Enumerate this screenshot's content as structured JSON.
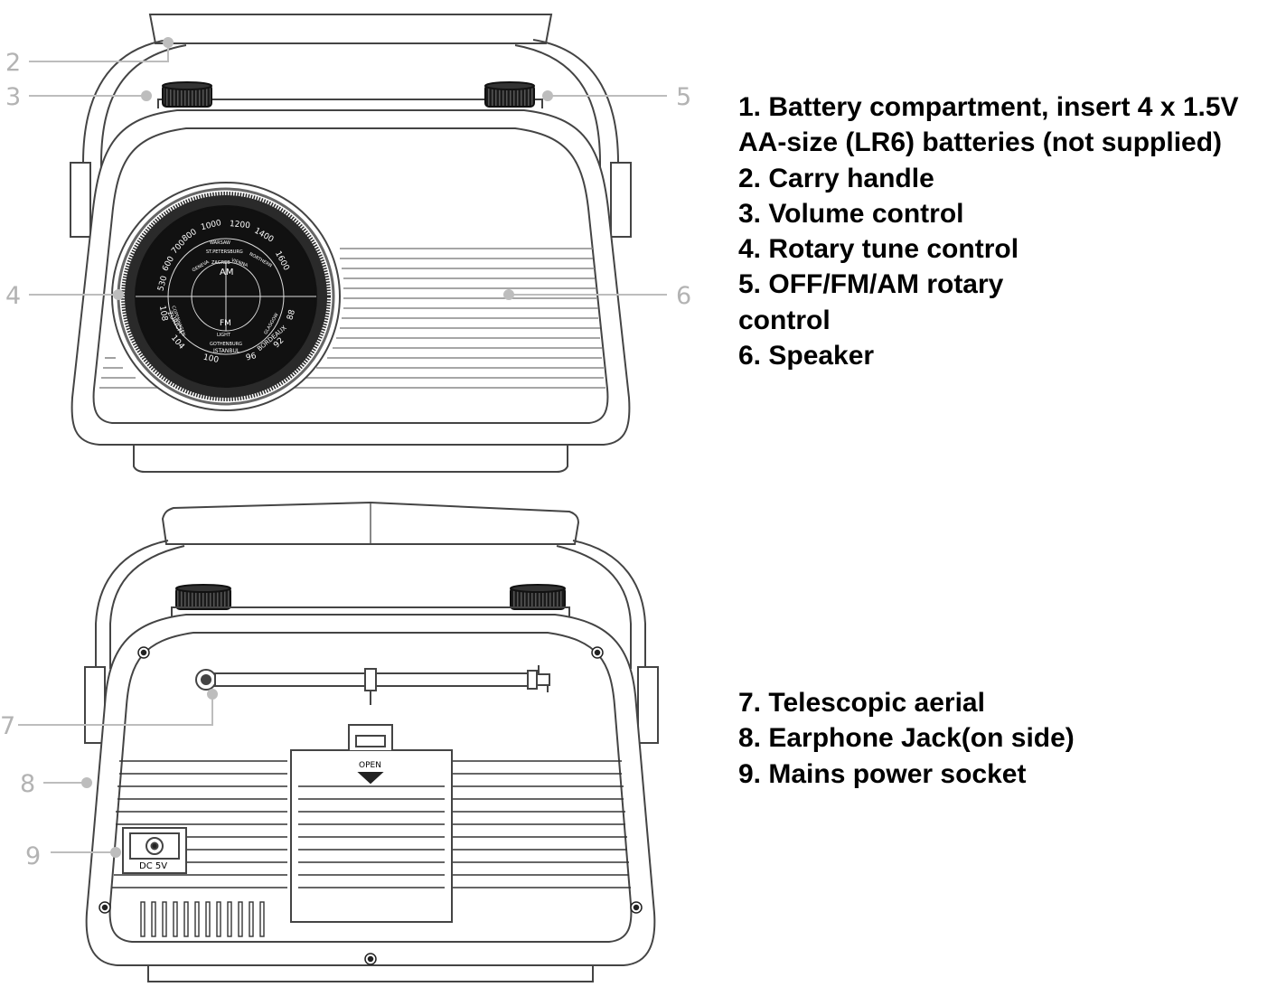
{
  "callouts": {
    "c1": "2",
    "c2": "3",
    "c3": "5",
    "c4": "4",
    "c5": "6",
    "c6": "7",
    "c7": "8",
    "c8": "9"
  },
  "dial": {
    "am_label": "AM",
    "fm_label": "FM",
    "am_scale": [
      "530",
      "600",
      "700",
      "800",
      "1000",
      "1200",
      "1400",
      "1600"
    ],
    "fm_scale": [
      "108",
      "104",
      "100",
      "96",
      "92",
      "88"
    ],
    "stations": [
      "WARSAW",
      "ST.PETERSBURG",
      "NORTHERN",
      "GENEVA",
      "VIENNA",
      "ZAGREB",
      "COPENHAGEN",
      "ZURICH",
      "GLASGOW",
      "BORDEAUX",
      "LIGHT",
      "GOTHENBURG",
      "ISTANBUL"
    ]
  },
  "back_panel": {
    "battery_cover_label": "OPEN",
    "dc_socket_label": "DC 5V"
  },
  "legend_top": [
    "1. Battery compartment, insert 4 x 1.5V",
    "AA-size (LR6) batteries (not supplied)",
    "2. Carry handle",
    "3. Volume control",
    "4. Rotary tune control",
    "5. OFF/FM/AM rotary",
    "control",
    "6. Speaker"
  ],
  "legend_bottom": [
    "7. Telescopic aerial",
    "8. Earphone Jack(on side)",
    "9. Mains power socket"
  ]
}
